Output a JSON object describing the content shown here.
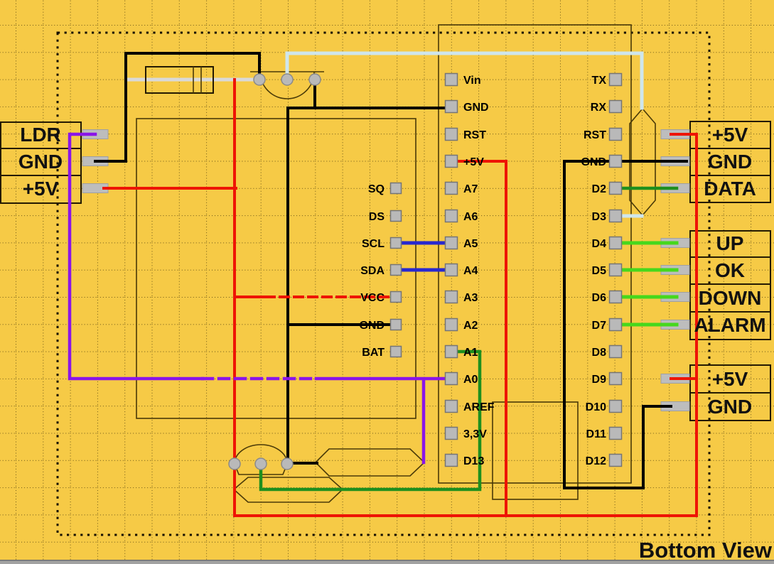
{
  "footer": {
    "view_label": "Bottom View"
  },
  "colors": {
    "background": "#f6ca46",
    "wire_black": "#000000",
    "wire_red": "#ee1405",
    "wire_purple": "#8a15e8",
    "wire_blue": "#2828cf",
    "wire_green": "#1e8f1e",
    "wire_lime": "#46d81c",
    "wire_pale_blue": "#cfe6ec",
    "wire_white": "#d9d9d9"
  },
  "ldr_connector": {
    "rows": [
      "LDR",
      "GND",
      "+5V"
    ]
  },
  "rtc_module": {
    "pin_labels": [
      "SQ",
      "DS",
      "SCL",
      "SDA",
      "VCC",
      "GND",
      "BAT"
    ]
  },
  "arduino_nano": {
    "left_pin_labels": [
      "Vin",
      "GND",
      "RST",
      "+5V",
      "A7",
      "A6",
      "A5",
      "A4",
      "A3",
      "A2",
      "A1",
      "A0",
      "AREF",
      "3,3V",
      "D13"
    ],
    "right_pin_labels": [
      "TX",
      "RX",
      "RST",
      "GND",
      "D2",
      "D3",
      "D4",
      "D5",
      "D6",
      "D7",
      "D8",
      "D9",
      "D10",
      "D11",
      "D12"
    ]
  },
  "right_connectors": {
    "sensor": {
      "rows": [
        "+5V",
        "GND",
        "DATA"
      ]
    },
    "buttons": {
      "rows": [
        "UP",
        "OK",
        "DOWN",
        "ALARM"
      ]
    },
    "power": {
      "rows": [
        "+5V",
        "GND"
      ]
    }
  }
}
